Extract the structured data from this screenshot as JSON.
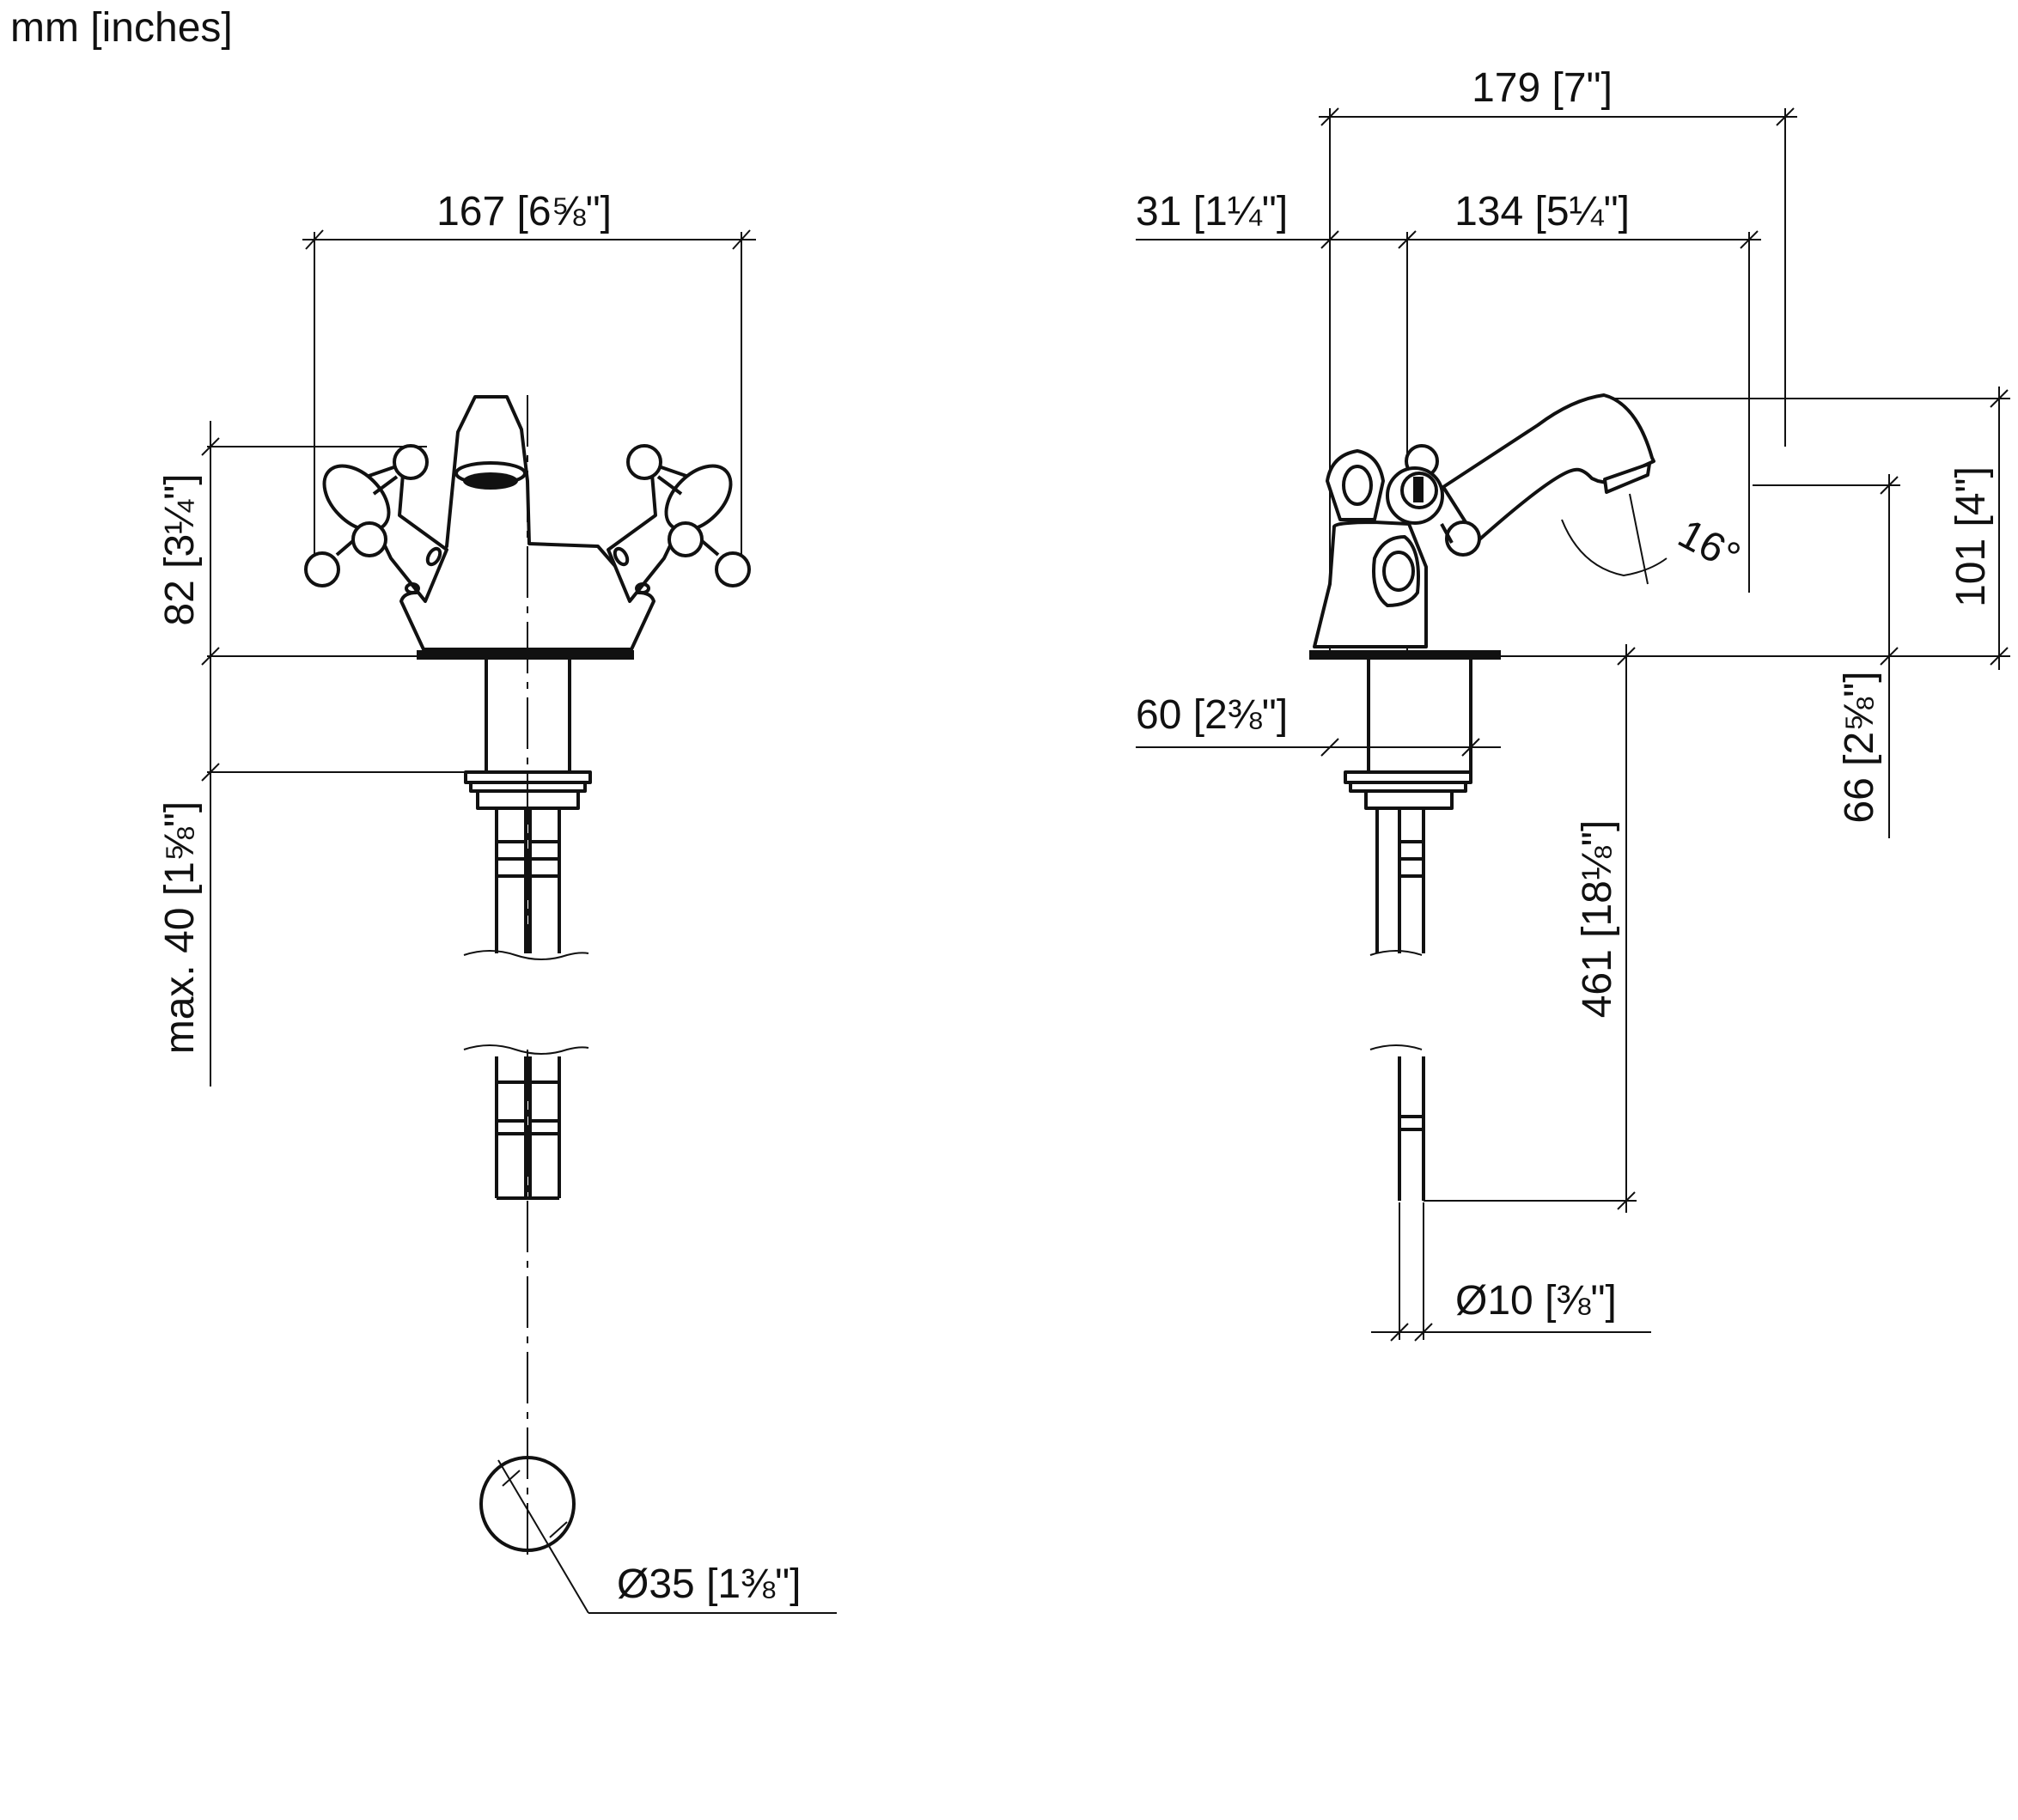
{
  "units_label": "mm [inches]",
  "front_view": {
    "width": {
      "mm": "167",
      "in": "[6⅝\"]"
    },
    "height": {
      "mm": "82",
      "in": "[3¼\"]"
    },
    "max_thickness": {
      "mm": "max. 40",
      "in": "[1⅝\"]"
    },
    "hole_diameter": {
      "mm": "Ø35",
      "in": "[1⅜\"]"
    }
  },
  "side_view": {
    "overall_length": {
      "mm": "179",
      "in": "[7\"]"
    },
    "rear_offset": {
      "mm": "31",
      "in": "[1¼\"]"
    },
    "projection": {
      "mm": "134",
      "in": "[5¼\"]"
    },
    "base_diameter": {
      "mm": "60",
      "in": "[2⅜\"]"
    },
    "spout_angle": "16°",
    "total_height": {
      "mm": "101",
      "in": "[4\"]"
    },
    "outlet_height": {
      "mm": "66",
      "in": "[2⅝\"]"
    },
    "hose_length": {
      "mm": "461",
      "in": "[18⅛\"]"
    },
    "hose_diameter": {
      "mm": "Ø10",
      "in": "[⅜\"]"
    }
  }
}
